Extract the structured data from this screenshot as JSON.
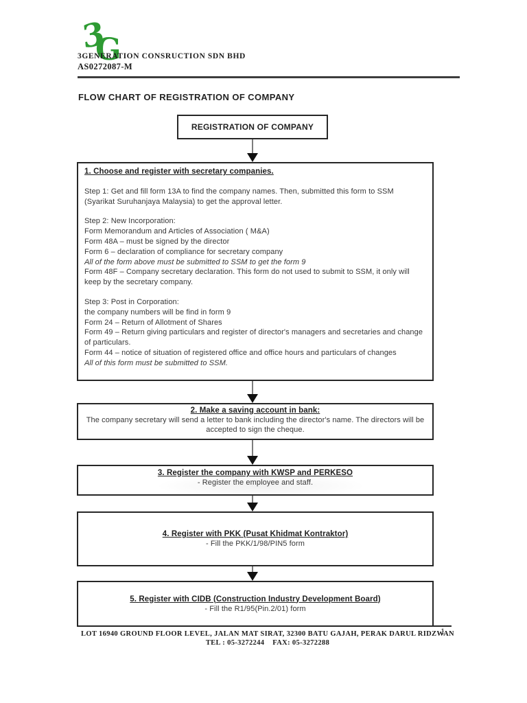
{
  "logo": {
    "char_top": "3",
    "char_bottom": "G",
    "color": "#2e9b33"
  },
  "header": {
    "company_name": "3GENERATION CONSRUCTION SDN BHD",
    "registration_no": "AS0272087-M"
  },
  "document": {
    "title": "FLOW CHART OF REGISTRATION OF COMPANY"
  },
  "flowchart": {
    "start_label": "REGISTRATION OF COMPANY",
    "box1": {
      "heading": "1. Choose and register with secretary companies.",
      "step1_para": "Step 1: Get and fill form 13A to find the company names. Then, submitted this form to SSM (Syarikat Suruhanjaya Malaysia) to get the approval letter.",
      "step2_label": "Step 2: New Incorporation:",
      "step2_line1": "Form Memorandum and Articles of Association ( M&A)",
      "step2_line2": "Form 48A – must be signed by the director",
      "step2_line3": "Form 6 – declaration of compliance for secretary company",
      "step2_note": "All of the form above must be submitted to SSM to get the form 9",
      "step2_line4": "Form 48F – Company secretary declaration. This form do not used to submit to SSM, it only will keep by the secretary company.",
      "step3_label": "Step 3: Post in Corporation:",
      "step3_line1": "the company numbers will be find in form 9",
      "step3_line2": "Form 24 – Return of Allotment of Shares",
      "step3_line3": "Form 49 – Return giving particulars and register of director's managers and secretaries and change of particulars.",
      "step3_line4": "Form 44 – notice of situation of registered office and office hours and particulars of changes",
      "step3_note": "All of this form must be submitted to SSM."
    },
    "box2": {
      "heading": "2. Make a saving account in bank:",
      "body": "The company secretary will send a letter to bank including the director's name. The directors will be accepted to sign the cheque."
    },
    "box3": {
      "heading": "3. Register the company with KWSP and PERKESO",
      "body": "- Register the employee and staff."
    },
    "box4": {
      "heading": "4. Register with PKK (Pusat Khidmat Kontraktor)",
      "body": "- Fill the PKK/1/98/PIN5 form"
    },
    "box5": {
      "heading": "5. Register with CIDB (Construction Industry Development Board)",
      "body": "- Fill the R1/95(Pin.2/01) form"
    }
  },
  "footer": {
    "address": "LOT 16940 GROUND FLOOR LEVEL, JALAN MAT SIRAT, 32300 BATU GAJAH, PERAK DARUL RIDZWAN",
    "contacts": "TEL : 05-3272244    FAX: 05-3272288",
    "page_number": "1"
  }
}
